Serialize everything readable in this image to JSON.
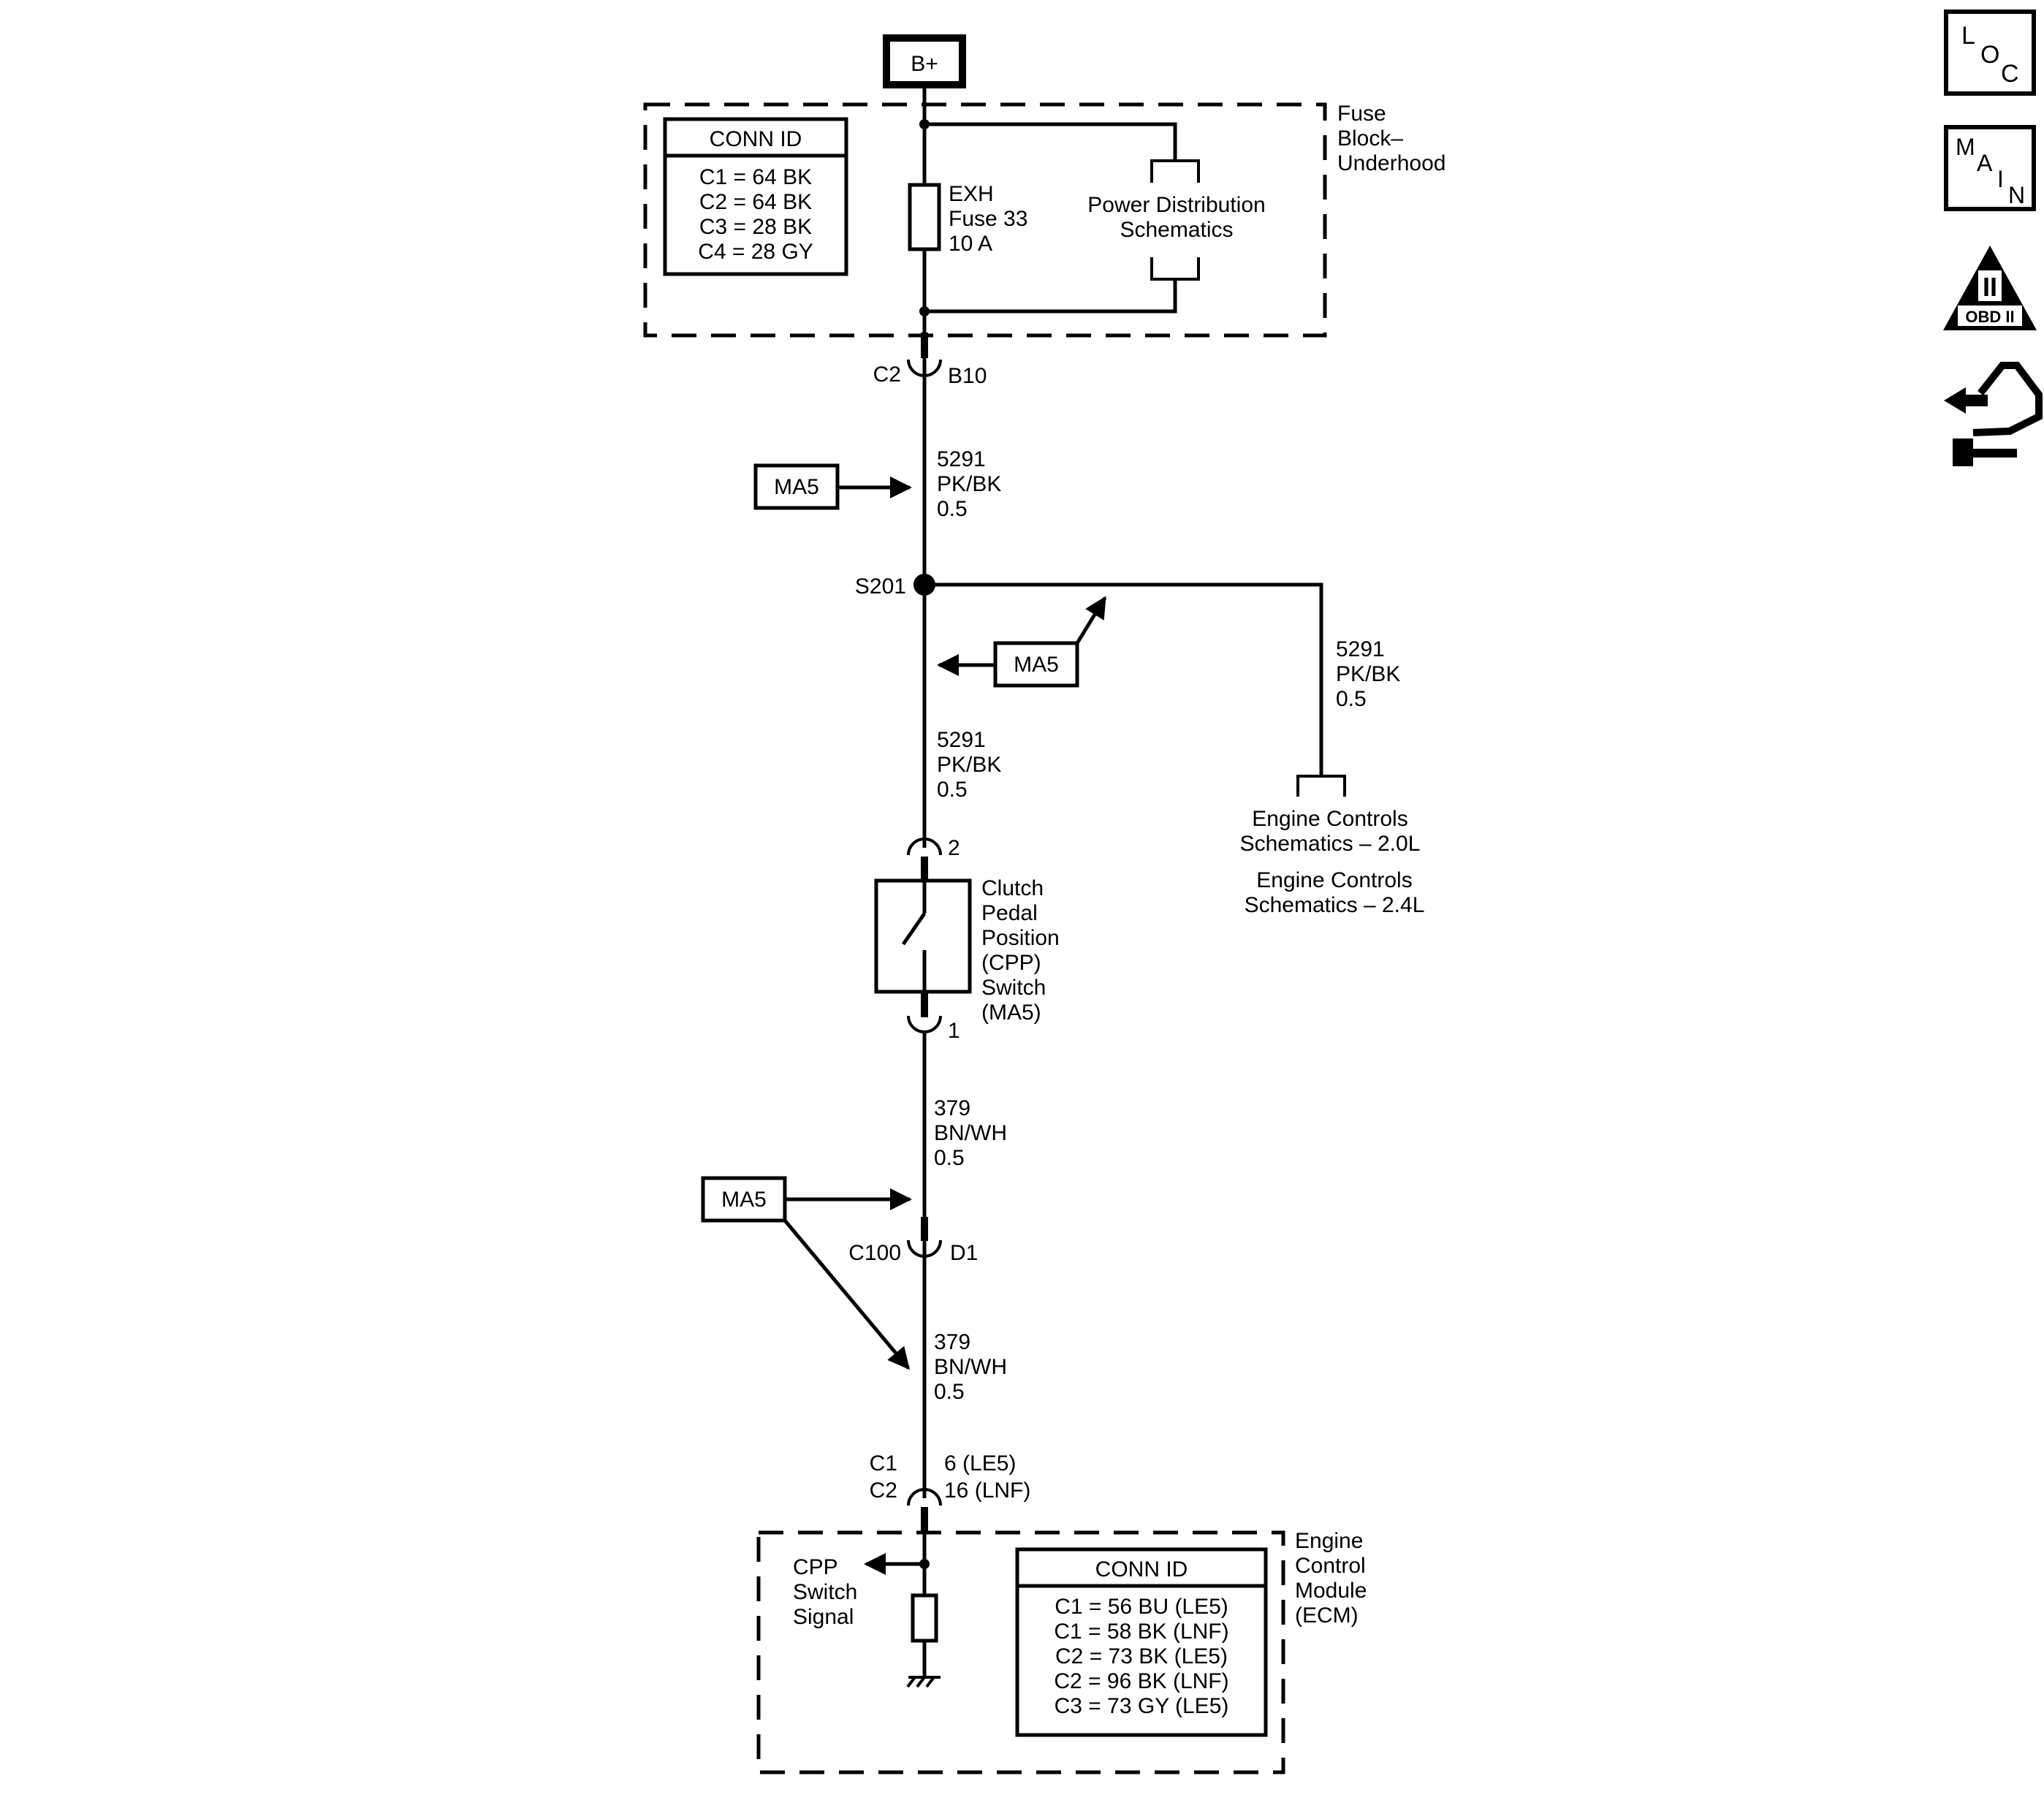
{
  "power_source": "B+",
  "fuse_block": {
    "title_lines": [
      "Fuse",
      "Block–",
      "Underhood"
    ],
    "conn_id_title": "CONN ID",
    "conn_ids": [
      "C1 = 64 BK",
      "C2 = 64 BK",
      "C3 = 28 BK",
      "C4 = 28 GY"
    ],
    "fuse_lines": [
      "EXH",
      "Fuse 33",
      "10 A"
    ],
    "power_distribution_lines": [
      "Power Distribution",
      "Schematics"
    ],
    "connector_left": "C2",
    "connector_right": "B10"
  },
  "wire_top": [
    "5291",
    "PK/BK",
    "0.5"
  ],
  "splice": "S201",
  "wire_mid": [
    "5291",
    "PK/BK",
    "0.5"
  ],
  "wire_branch": [
    "5291",
    "PK/BK",
    "0.5"
  ],
  "engine_controls": [
    "Engine Controls",
    "Schematics – 2.0L",
    "Engine Controls",
    "Schematics – 2.4L"
  ],
  "option_tags": [
    "MA5",
    "MA5",
    "MA5"
  ],
  "cpp_switch": {
    "pin_top": "2",
    "pin_bottom": "1",
    "label_lines": [
      "Clutch",
      "Pedal",
      "Position",
      "(CPP)",
      "Switch",
      "(MA5)"
    ]
  },
  "wire_lower_1": [
    "379",
    "BN/WH",
    "0.5"
  ],
  "inline_connector": {
    "left": "C100",
    "right": "D1"
  },
  "wire_lower_2": [
    "379",
    "BN/WH",
    "0.5"
  ],
  "ecm_connector": {
    "left_lines": [
      "C1",
      "C2"
    ],
    "right_lines": [
      "6 (LE5)",
      "16 (LNF)"
    ]
  },
  "ecm": {
    "title_lines": [
      "Engine",
      "Control",
      "Module",
      "(ECM)"
    ],
    "signal_lines": [
      "CPP",
      "Switch",
      "Signal"
    ],
    "conn_id_title": "CONN ID",
    "conn_ids": [
      "C1 = 56 BU (LE5)",
      "C1 = 58 BK (LNF)",
      "C2 = 73 BK (LE5)",
      "C2 = 96 BK (LNF)",
      "C3 = 73 GY (LE5)"
    ]
  },
  "side_icons": {
    "loc_letters": [
      "L",
      "O",
      "C"
    ],
    "main_letters": [
      "M",
      "A",
      "I",
      "N"
    ],
    "obd_mark": "II",
    "obd_label": "OBD II",
    "icon_names": [
      "loc-icon",
      "main-icon",
      "obd-ii-icon",
      "schematic-tools-icon"
    ]
  }
}
